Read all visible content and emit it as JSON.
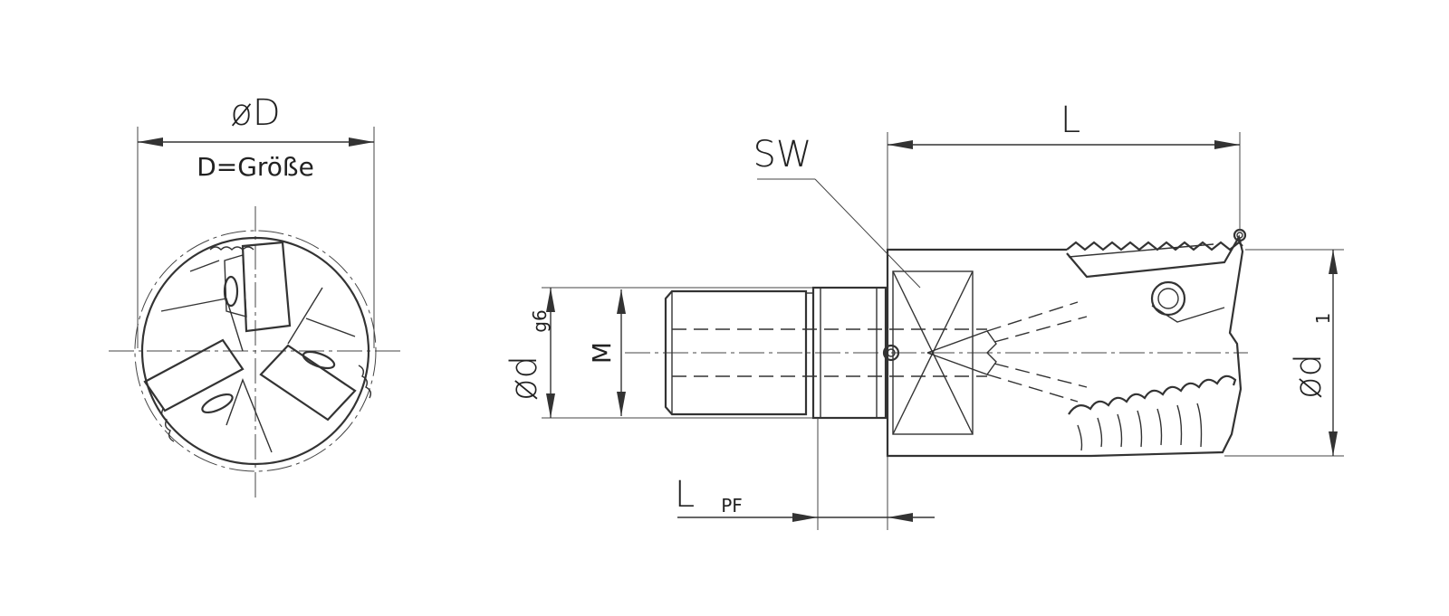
{
  "labels": {
    "diameter_D": "øD",
    "size_note": "D=Größe",
    "sw": "SW",
    "length_L": "L",
    "d_main": "ød",
    "d_tolerance": "g6",
    "thread_M": "M",
    "d1_main": "ød",
    "d1_sub": "1",
    "lpf_main": "L",
    "lpf_sub": "PF"
  },
  "colors": {
    "line": "#333333",
    "background": "#ffffff"
  }
}
